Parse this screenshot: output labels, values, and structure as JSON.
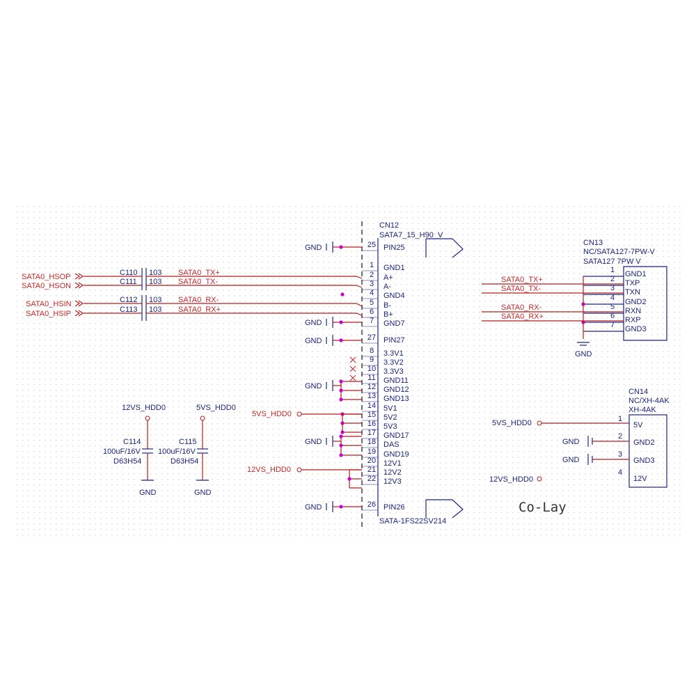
{
  "colors": {
    "label": "#1a237e",
    "net": "#c62828",
    "wire": "#b71c1c",
    "junction": "#cc00cc",
    "grid": "#dcdcdc"
  },
  "cn12": {
    "ref": "CN12",
    "part": "SATA7_15_H90_V",
    "footprint": "SATA-1FS22SV214",
    "pins": [
      {
        "num": "25",
        "name": "PIN25"
      },
      {
        "num": "1",
        "name": "GND1"
      },
      {
        "num": "2",
        "name": "A+"
      },
      {
        "num": "3",
        "name": "A-"
      },
      {
        "num": "4",
        "name": "GND4"
      },
      {
        "num": "5",
        "name": "B-"
      },
      {
        "num": "6",
        "name": "B+"
      },
      {
        "num": "7",
        "name": "GND7"
      },
      {
        "num": "27",
        "name": "PIN27"
      },
      {
        "num": "8",
        "name": "3.3V1"
      },
      {
        "num": "9",
        "name": "3.3V2"
      },
      {
        "num": "10",
        "name": "3.3V3"
      },
      {
        "num": "11",
        "name": "GND11"
      },
      {
        "num": "12",
        "name": "GND12"
      },
      {
        "num": "13",
        "name": "GND13"
      },
      {
        "num": "14",
        "name": "5V1"
      },
      {
        "num": "15",
        "name": "5V2"
      },
      {
        "num": "16",
        "name": "5V3"
      },
      {
        "num": "17",
        "name": "GND17"
      },
      {
        "num": "18",
        "name": "DAS"
      },
      {
        "num": "19",
        "name": "GND19"
      },
      {
        "num": "20",
        "name": "12V1"
      },
      {
        "num": "21",
        "name": "12V2"
      },
      {
        "num": "22",
        "name": "12V3"
      },
      {
        "num": "26",
        "name": "PIN26"
      }
    ]
  },
  "cn13": {
    "ref": "CN13",
    "part": "NC/SATA127-7PW-V",
    "footprint": "SATA127 7PW V",
    "pins": [
      {
        "num": "1",
        "name": "GND1"
      },
      {
        "num": "2",
        "name": "TXP"
      },
      {
        "num": "3",
        "name": "TXN"
      },
      {
        "num": "4",
        "name": "GND2"
      },
      {
        "num": "5",
        "name": "RXN"
      },
      {
        "num": "6",
        "name": "RXP"
      },
      {
        "num": "7",
        "name": "GND3"
      }
    ],
    "nets": [
      "SATA0_TX+",
      "SATA0_TX-",
      "SATA0_RX-",
      "SATA0_RX+"
    ],
    "gnd": "GND"
  },
  "cn14": {
    "ref": "CN14",
    "part": "NC/XH-4AK",
    "footprint": "XH-4AK",
    "pins": [
      {
        "num": "1",
        "name": "5V"
      },
      {
        "num": "2",
        "name": "GND2"
      },
      {
        "num": "3",
        "name": "GND3"
      },
      {
        "num": "4",
        "name": "12V"
      }
    ],
    "nets": [
      "5VS_HDD0",
      "GND",
      "GND",
      "12VS_HDD0"
    ]
  },
  "left_ports": [
    "SATA0_HSOP",
    "SATA0_HSON",
    "SATA0_HSIN",
    "SATA0_HSIP"
  ],
  "caps": [
    {
      "ref": "C110",
      "val": "103",
      "net": "SATA0_TX+"
    },
    {
      "ref": "C111",
      "val": "103",
      "net": "SATA0_TX-"
    },
    {
      "ref": "C112",
      "val": "103",
      "net": "SATA0_RX-"
    },
    {
      "ref": "C113",
      "val": "103",
      "net": "SATA0_RX+"
    }
  ],
  "gnd_label": "GND",
  "power_nets": {
    "v5": "5VS_HDD0",
    "v12": "12VS_HDD0"
  },
  "bulk_caps": [
    {
      "ref": "C114",
      "val": "100uF/16V",
      "pkg": "D63H54",
      "rail": "12VS_HDD0",
      "gnd": "GND"
    },
    {
      "ref": "C115",
      "val": "100uF/16V",
      "pkg": "D63H54",
      "rail": "5VS_HDD0",
      "gnd": "GND"
    }
  ],
  "note": "Co-Lay"
}
